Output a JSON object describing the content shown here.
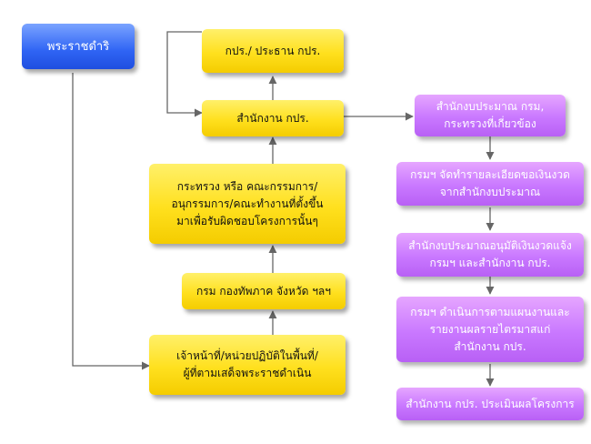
{
  "colors": {
    "yellow_box": "#ffe01e",
    "purple_box": "#c978ff",
    "blue_box": "#2f64f4",
    "connector": "#666666"
  },
  "diagram": {
    "start_box": "พระราชดำริ",
    "left_column": {
      "cpr_chairman": "กปร./ ประธาน กปร.",
      "cpr_office": "สำนักงาน กปร.",
      "ministry_committee": "กระทรวง หรือ คณะกรรมการ/\nอนุกรรมการ/คณะทำงานที่ตั้งขึ้น\nมาเพื่อรับผิดชอบโครงการนั้นๆ",
      "departments": "กรม กองทัพภาค จังหวัด ฯลฯ",
      "field_officers": "เจ้าหน้าที่/หน่วยปฏิบัติในพื้นที่/\nผู้ที่ตามเสด็จพระราชดำเนิน"
    },
    "right_column": {
      "budget_bureau": "สำนักงบประมาณ กรม,\nกระทรวงที่เกี่ยวข้อง",
      "dept_budget_detail": "กรมฯ จัดทำรายละเอียดขอเงินงวด\nจากสำนักงบประมาณ",
      "budget_approval": "สำนักงบประมาณอนุมัติเงินงวดแจ้ง\nกรมฯ และสำนักงาน กปร.",
      "dept_implementation": "กรมฯ ดำเนินการตามแผนงานและ\nรายงานผลรายไตรมาสแก่\nสำนักงาน กปร.",
      "cpr_evaluation": "สำนักงาน กปร. ประเมินผลโครงการ"
    }
  }
}
